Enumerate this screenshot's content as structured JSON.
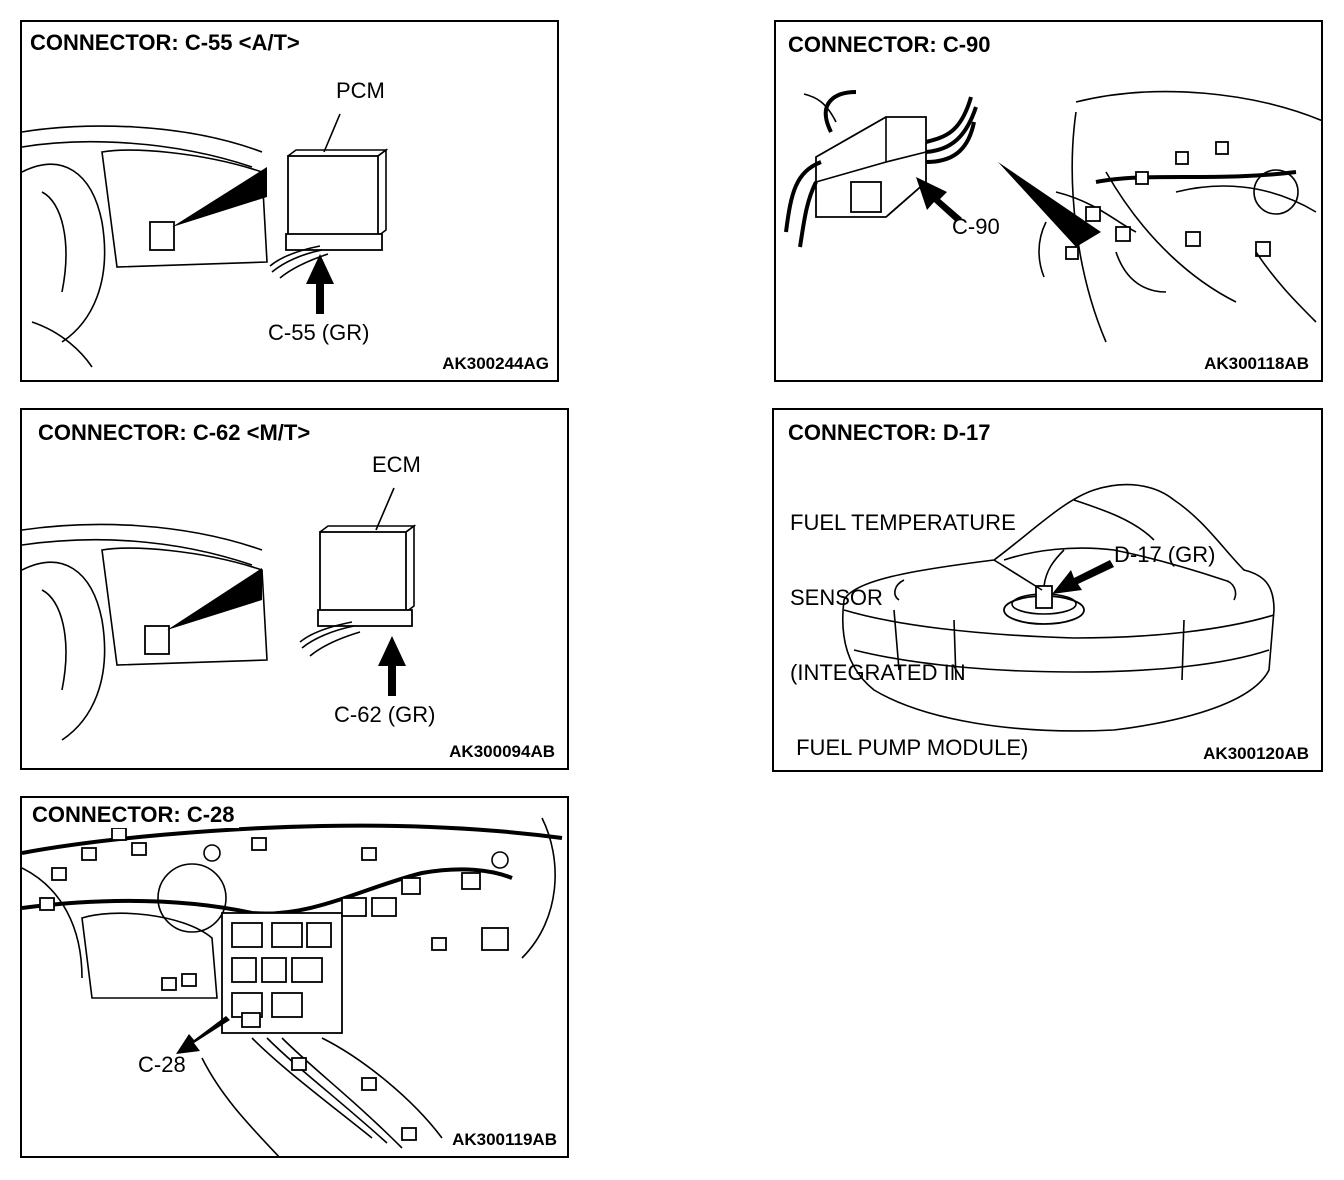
{
  "panels": {
    "c55": {
      "title": "CONNECTOR: C-55 <A/T>",
      "unit_label": "PCM",
      "connector_label": "C-55 (GR)",
      "code": "AK300244AG"
    },
    "c90": {
      "title": "CONNECTOR: C-90",
      "connector_label": "C-90",
      "code": "AK300118AB"
    },
    "c62": {
      "title": "CONNECTOR: C-62 <M/T>",
      "unit_label": "ECM",
      "connector_label": "C-62 (GR)",
      "code": "AK300094AB"
    },
    "d17": {
      "title": "CONNECTOR: D-17",
      "sensor_label_lines": [
        "FUEL TEMPERATURE",
        "SENSOR",
        "(INTEGRATED IN",
        " FUEL PUMP MODULE)"
      ],
      "connector_label": "D-17 (GR)",
      "code": "AK300120AB"
    },
    "c28": {
      "title": "CONNECTOR: C-28",
      "connector_label": "C-28",
      "code": "AK300119AB"
    }
  },
  "colors": {
    "line": "#000000",
    "background": "#ffffff"
  }
}
